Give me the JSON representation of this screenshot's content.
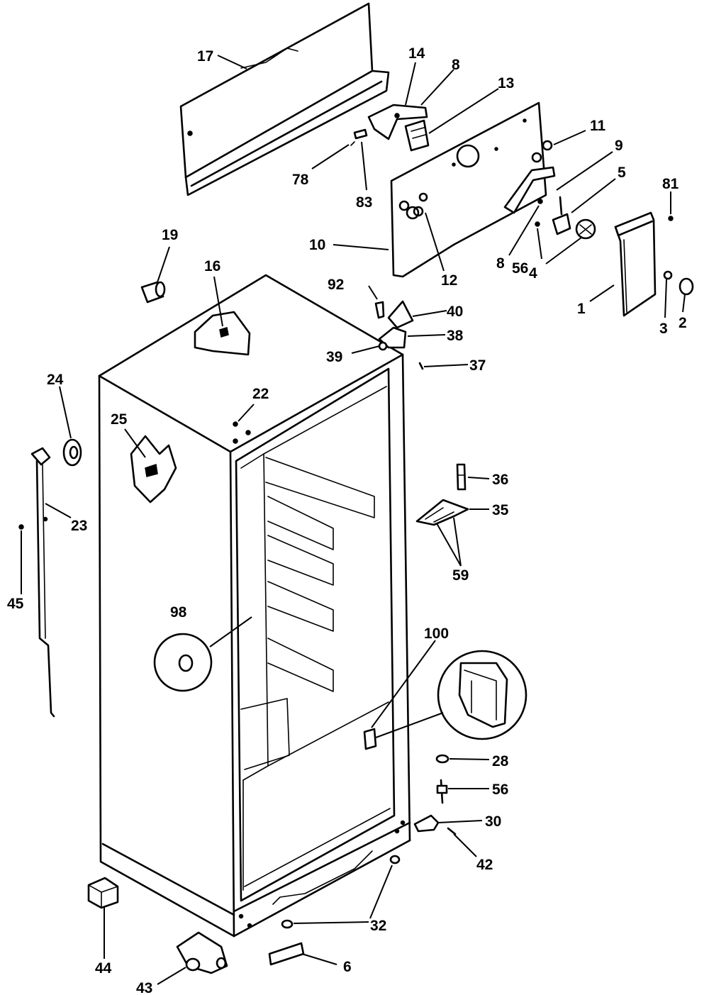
{
  "callouts": {
    "c1": "1",
    "c2": "2",
    "c3": "3",
    "c4": "4",
    "c5": "5",
    "c6": "6",
    "c8a": "8",
    "c8b": "8",
    "c9": "9",
    "c10": "10",
    "c11": "11",
    "c12": "12",
    "c13": "13",
    "c14": "14",
    "c16": "16",
    "c17": "17",
    "c19": "19",
    "c22": "22",
    "c23": "23",
    "c24": "24",
    "c25": "25",
    "c28": "28",
    "c30": "30",
    "c32": "32",
    "c35": "35",
    "c36": "36",
    "c37": "37",
    "c38": "38",
    "c39": "39",
    "c40": "40",
    "c42": "42",
    "c43": "43",
    "c44": "44",
    "c45": "45",
    "c56a": "56",
    "c56b": "56",
    "c59": "59",
    "c78": "78",
    "c81": "81",
    "c83": "83",
    "c92": "92",
    "c98": "98",
    "c100": "100"
  }
}
